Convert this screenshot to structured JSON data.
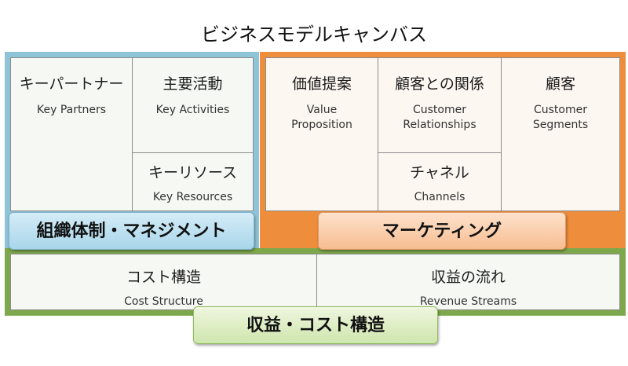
{
  "title": "ビジネスモデルキャンバス",
  "colors": {
    "organization": "#8fc3d8",
    "marketing": "#ee8d3c",
    "revenue_cost": "#7ea84c"
  },
  "groups": {
    "organization": "組織体制・マネジメント",
    "marketing": "マーケティング",
    "revenue_cost": "収益・コスト構造"
  },
  "blocks": {
    "key_partners": {
      "jp": "キーパートナー",
      "en": "Key Partners"
    },
    "key_activities": {
      "jp": "主要活動",
      "en": "Key Activities"
    },
    "key_resources": {
      "jp": "キーリソース",
      "en": "Key Resources"
    },
    "value_proposition": {
      "jp": "価値提案",
      "en1": "Value",
      "en2": "Proposition"
    },
    "customer_relationships": {
      "jp": "顧客との関係",
      "en1": "Customer",
      "en2": "Relationships"
    },
    "channels": {
      "jp": "チャネル",
      "en": "Channels"
    },
    "customer_segments": {
      "jp": "顧客",
      "en1": "Customer",
      "en2": "Segments"
    },
    "cost_structure": {
      "jp": "コスト構造",
      "en": "Cost Structure"
    },
    "revenue_streams": {
      "jp": "収益の流れ",
      "en": "Revenue Streams"
    }
  }
}
